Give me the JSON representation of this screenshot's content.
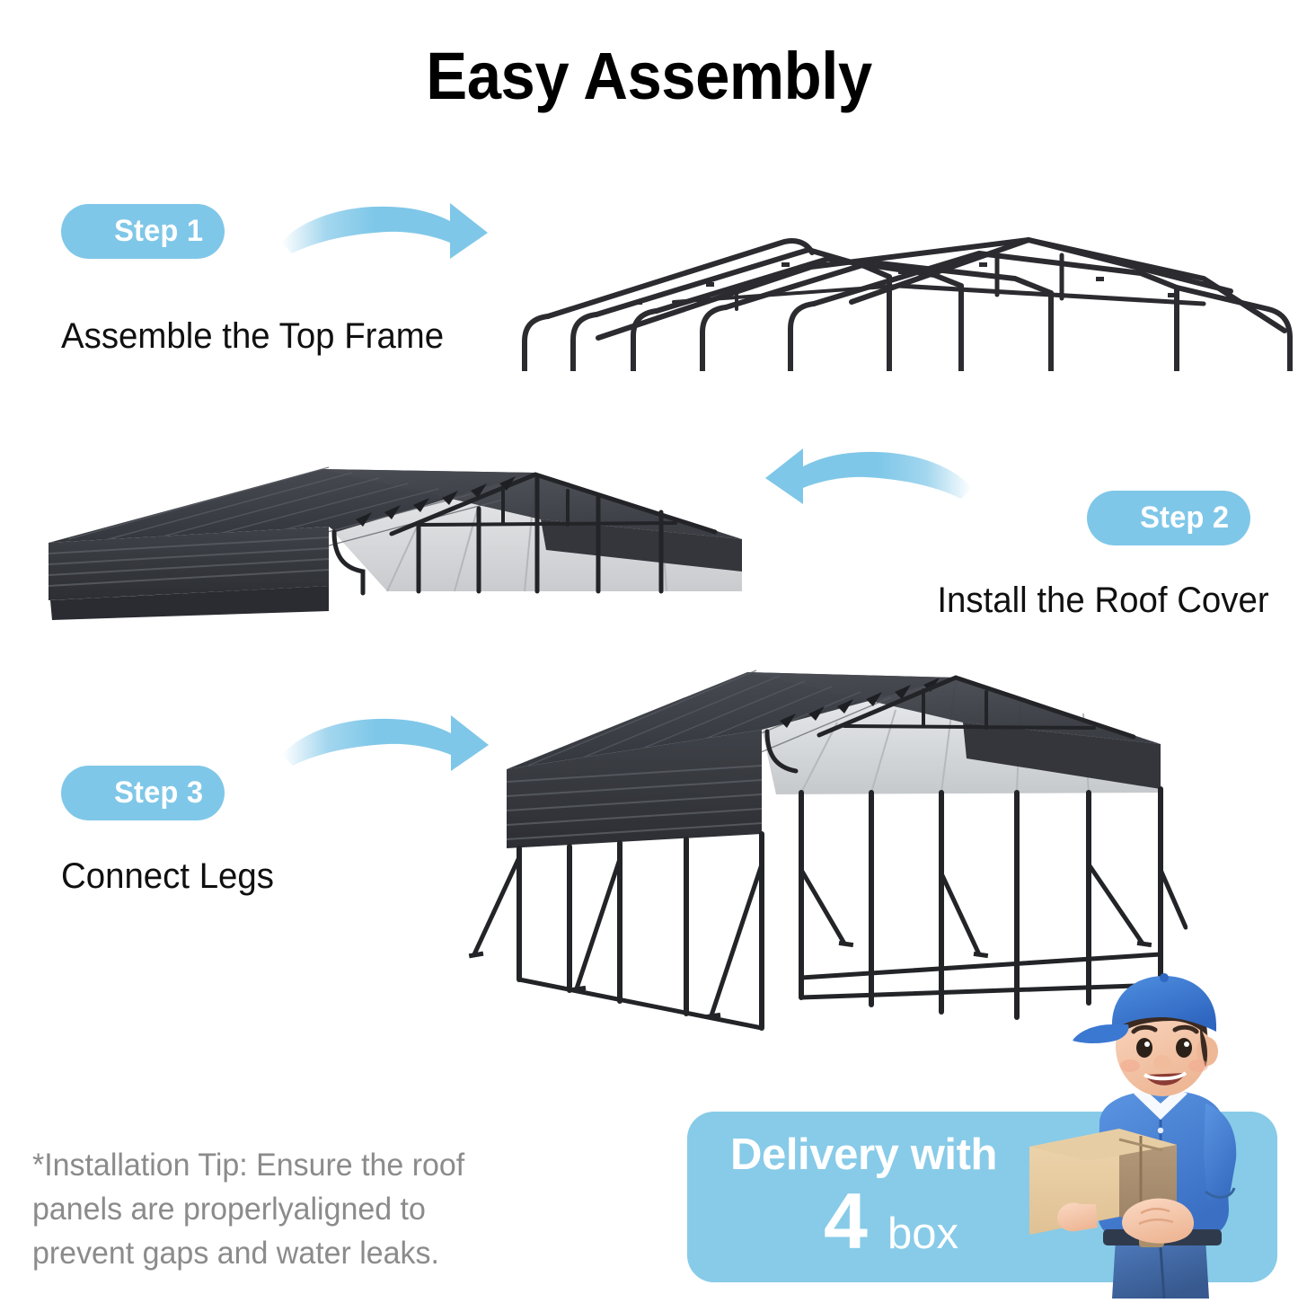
{
  "header": {
    "title": "Easy Assembly"
  },
  "steps": [
    {
      "badge": "Step 1",
      "caption": "Assemble the Top Frame",
      "arrow_icon": "curved-arrow-right-icon",
      "illustration_icon": "carport-top-frame-illustration"
    },
    {
      "badge": "Step 2",
      "caption": "Install the Roof Cover",
      "arrow_icon": "curved-arrow-left-icon",
      "illustration_icon": "carport-roof-cover-illustration"
    },
    {
      "badge": "Step 3",
      "caption": "Connect Legs",
      "arrow_icon": "curved-arrow-right-icon",
      "illustration_icon": "carport-complete-illustration"
    }
  ],
  "tip": {
    "text": "*Installation Tip: Ensure the roof panels are properlyaligned to prevent gaps and water leaks."
  },
  "delivery": {
    "headline": "Delivery with",
    "count": "4",
    "unit": "box",
    "courier_icon": "delivery-man-with-box-icon"
  },
  "colors": {
    "accent_blue": "#7FC7E8",
    "banner_blue": "#87CBE8",
    "title_black": "#000000",
    "caption_black": "#101010",
    "tip_grey": "#8b8b8b",
    "frame_dark": "#2b2b30",
    "roof_dark": "#3a3c42",
    "roof_light": "#d8dadd"
  }
}
